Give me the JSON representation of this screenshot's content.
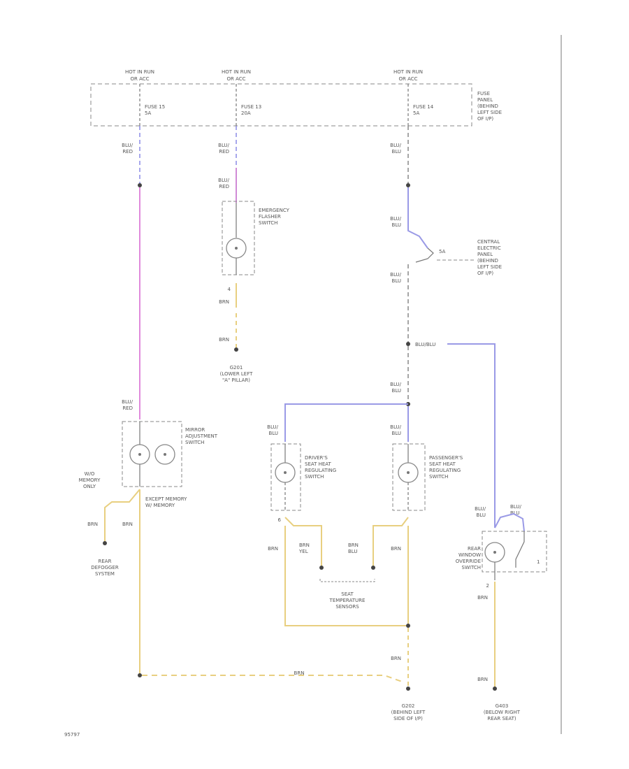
{
  "diagram": {
    "hot_label": "HOT IN RUN",
    "hot_sublabel_1": "OR ACC",
    "hot_sublabel_2": "OR ACC",
    "hot_sublabel_3": "OR ACC",
    "fuse_15": "FUSE 15",
    "fuse_15_amp": "5A",
    "fuse_13": "FUSE 13",
    "fuse_13_amp": "20A",
    "fuse_14": "FUSE 14",
    "fuse_14_amp": "5A",
    "fuse_panel": [
      "FUSE",
      "PANEL",
      "(BEHIND",
      "LEFT SIDE",
      "OF I/P)"
    ],
    "wire_blu_red": "BLU/",
    "wire_red": "RED",
    "wire_blu": "BLU",
    "wire_blu_blu": "BLU/BLU",
    "wire_brn": "BRN",
    "wire_brn_yel": "YEL",
    "emergency_flasher": [
      "EMERGENCY",
      "FLASHER",
      "SWITCH"
    ],
    "central_electric": [
      "CENTRAL",
      "ELECTRIC",
      "PANEL",
      "(BEHIND",
      "LEFT SIDE",
      "OF I/P)"
    ],
    "g201": [
      "G201",
      "(LOWER LEFT",
      "\"A\" PILLAR)"
    ],
    "mirror_switch": [
      "MIRROR",
      "ADJUSTMENT",
      "SWITCH"
    ],
    "drivers_switch": [
      "DRIVER'S",
      "SEAT HEAT",
      "REGULATING",
      "SWITCH"
    ],
    "passengers_switch": [
      "PASSENGER'S",
      "SEAT HEAT",
      "REGULATING",
      "SWITCH"
    ],
    "rear_window_switch": [
      "REAR",
      "WINDOW",
      "OVERRIDE",
      "SWITCH"
    ],
    "seat_sensors": [
      "SEAT",
      "TEMPERATURE",
      "SENSORS"
    ],
    "rear_defogger": [
      "REAR",
      "DEFOGGER",
      "SYSTEM"
    ],
    "memory_only": [
      "W/O",
      "MEMORY",
      "ONLY"
    ],
    "memory_sys": [
      "EXCEPT MEMORY",
      "W/ MEMORY"
    ],
    "g202": [
      "G202",
      "(BEHIND LEFT",
      "SIDE OF I/P)"
    ],
    "g403": [
      "G403",
      "(BELOW RIGHT",
      "REAR SEAT)"
    ],
    "pin_4": "4",
    "pin_6": "6",
    "pin_2": "2",
    "pin_1": "1",
    "pin_5a": "5A",
    "footer_code": "95797"
  }
}
